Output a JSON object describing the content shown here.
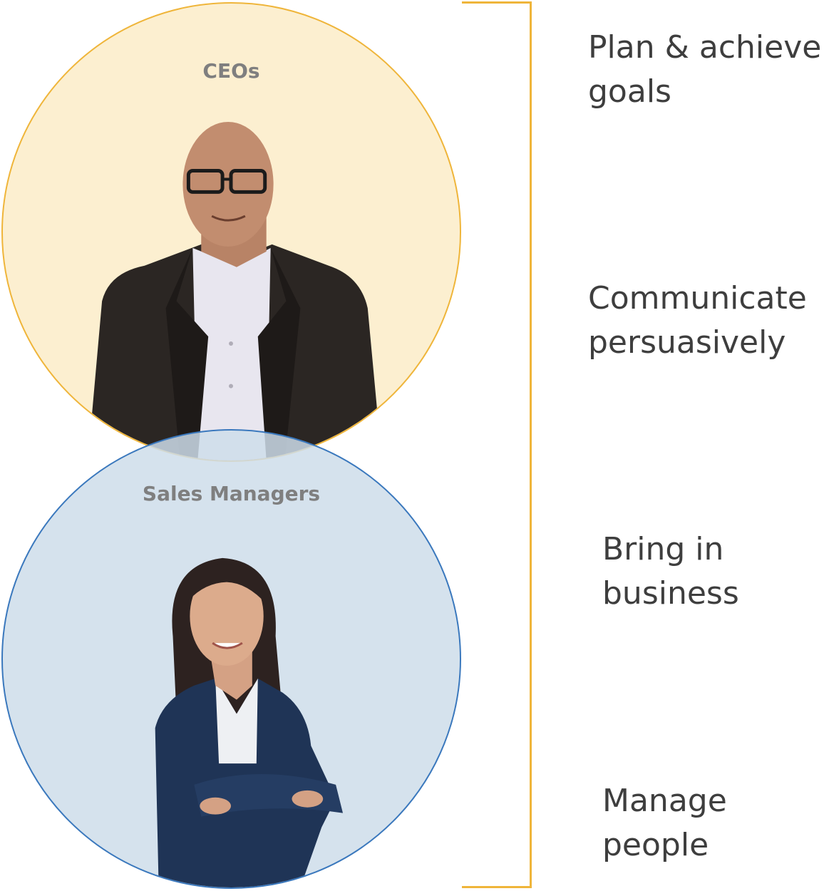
{
  "circles": {
    "top": {
      "label": "CEOs",
      "color": "#fcefd0",
      "border": "#efb53a"
    },
    "bottom": {
      "label": "Sales Managers",
      "color": "#cedcea",
      "border": "#3a78bd"
    }
  },
  "bracket_color": "#efb53a",
  "skills": [
    {
      "line1": "Plan & achieve",
      "line2": "goals"
    },
    {
      "line1": "Communicate",
      "line2": "persuasively"
    },
    {
      "line1": "Bring in",
      "line2": "business"
    },
    {
      "line1": "Manage",
      "line2": "people"
    }
  ],
  "icons": {
    "top_photo": "man-in-suit-photo",
    "bottom_photo": "woman-in-blazer-photo"
  }
}
